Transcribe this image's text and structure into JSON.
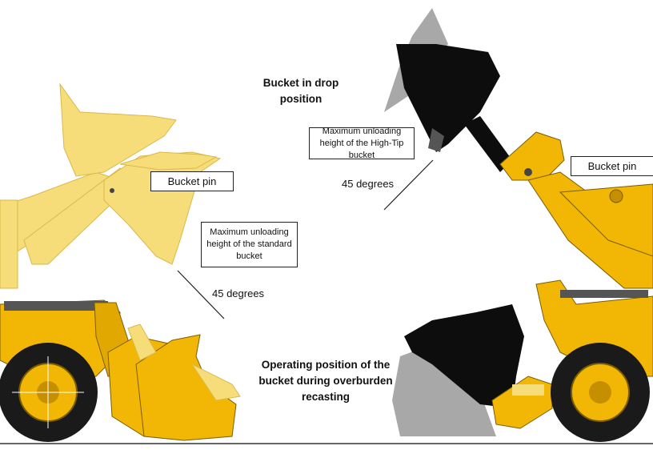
{
  "labels": {
    "bucket_pin_left": "Bucket pin",
    "bucket_pin_right": "Bucket pin",
    "max_standard": "Maximum unloading height of the standard bucket",
    "max_hightip": "Maximum unloading height of the High-Tip bucket",
    "deg_left": "45 degrees",
    "deg_right": "45 degrees",
    "drop_position": "Bucket in drop position",
    "operating_position": "Operating position of the bucket during overburden recasting"
  },
  "colors": {
    "machine_yellow": "#f2b705",
    "faded_yellow": "#f7dc7a",
    "bucket_black": "#0d0d0d",
    "shadow_gray": "#a8a8a8",
    "tire": "#1a1a1a"
  }
}
